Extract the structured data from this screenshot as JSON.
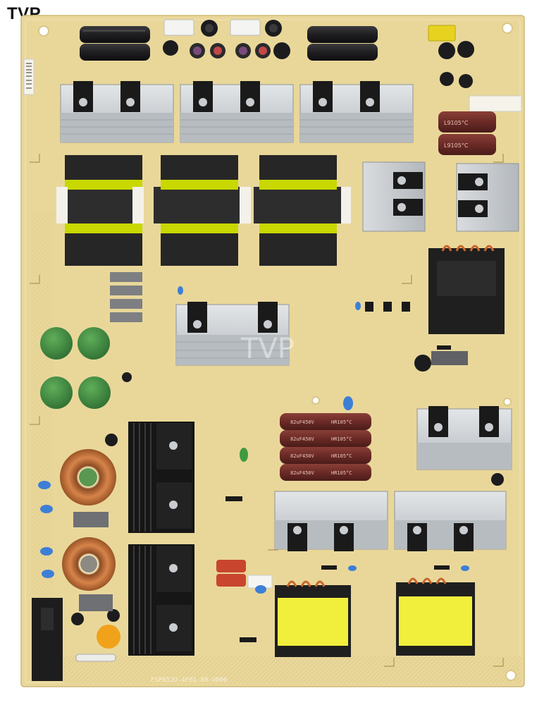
{
  "brand": "TVP",
  "watermark": "TVP",
  "board": {
    "part_number": "FSP652U-4F01-00-U000",
    "colors": {
      "pcb": "#e9d79a",
      "pcb_light": "#f1e4b4",
      "silkscreen": "#f6f0d8",
      "heatsink": "#c9cdd1",
      "heatsink_dark": "#9ea3a8",
      "transformer_core": "#2b2b2b",
      "transformer_tape": "#c8d800",
      "capacitor_black": "#1f1f22",
      "capacitor_brown": "#6b2a26",
      "varistor_green": "#3f8a3f",
      "choke_copper": "#c2703a",
      "x_cap_red": "#c9452e",
      "blue_cap": "#3d7fd6",
      "orange_cap": "#f0a21a"
    },
    "capacitor_labels": {
      "bulk_caps": [
        "82uF450V",
        "82uF450V",
        "82uF450V",
        "82uF450V"
      ],
      "bulk_rating": [
        "HR105°C",
        "HR105°C",
        "HR105°C",
        "HR105°C"
      ],
      "top_right_caps": [
        "L9105°C",
        "L9105°C"
      ]
    }
  }
}
